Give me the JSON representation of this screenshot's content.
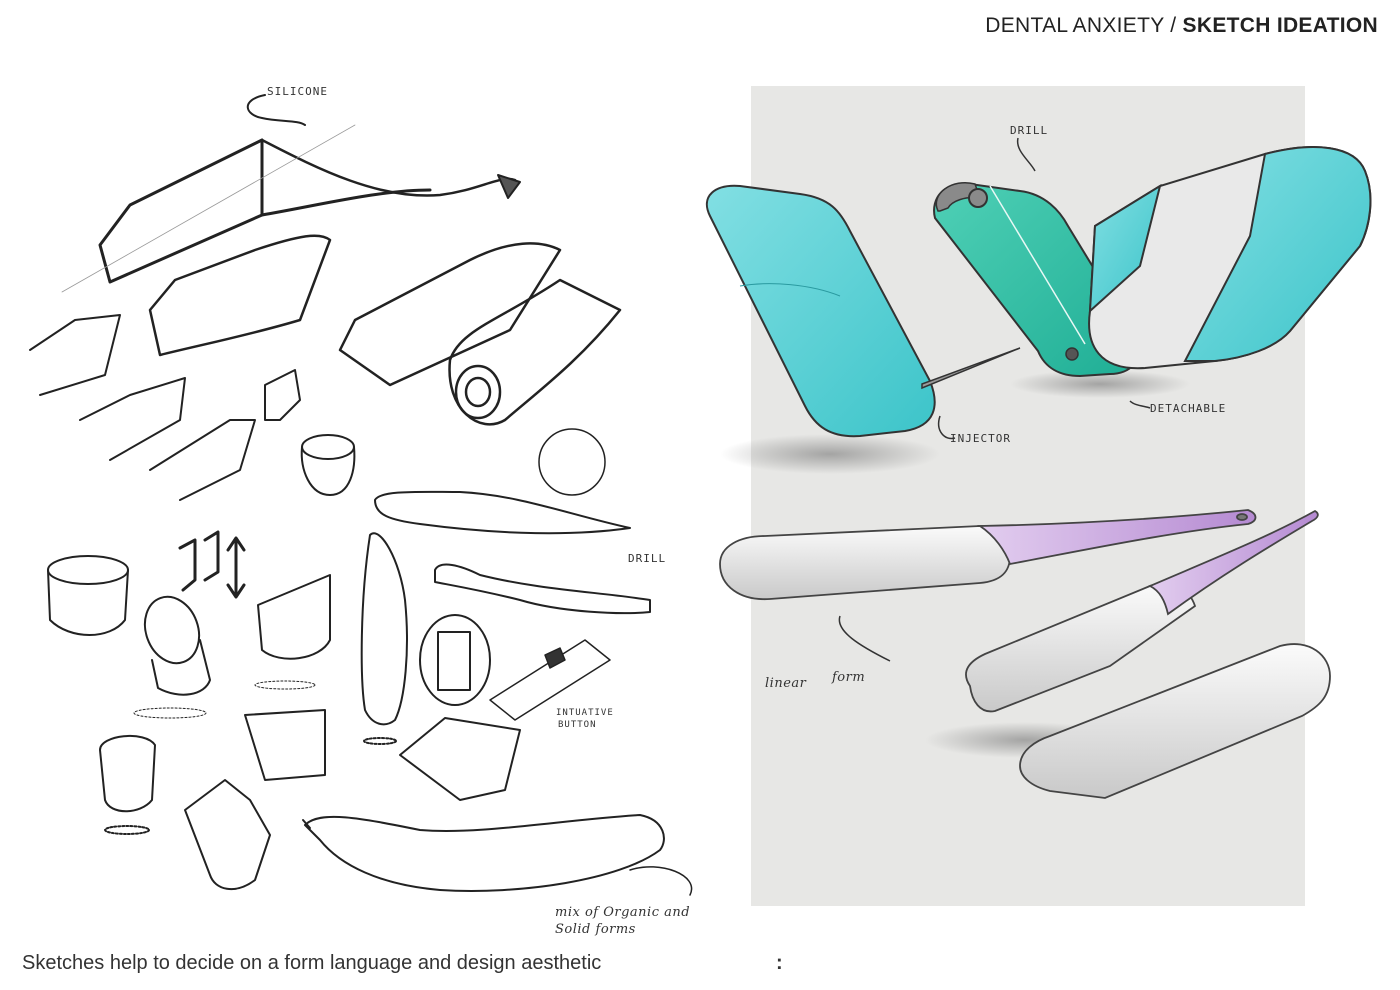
{
  "header": {
    "project": "DENTAL ANXIETY",
    "separator": " / ",
    "section": "SKETCH IDEATION"
  },
  "annotations": {
    "silicone": "SILICONE",
    "drill_top": "DRILL",
    "drill_sketch": "DRILL",
    "injector": "INJECTOR",
    "detachable": "DETACHABLE",
    "linear_form_1": "linear",
    "linear_form_2": "form",
    "intuitive_button_1": "INTUATIVE",
    "intuitive_button_2": "BUTTON",
    "mix_1": "mix of  Organic  and",
    "mix_2": "Solid  forms"
  },
  "caption": {
    "text": "Sketches help to decide on a form language and design aesthetic",
    "trailing": ":"
  },
  "colors": {
    "panel": "#e7e7e5",
    "teal_light": "#67d3d7",
    "teal_dark": "#2fc0a6",
    "purple": "#c9a3dd",
    "ink": "#222222"
  }
}
